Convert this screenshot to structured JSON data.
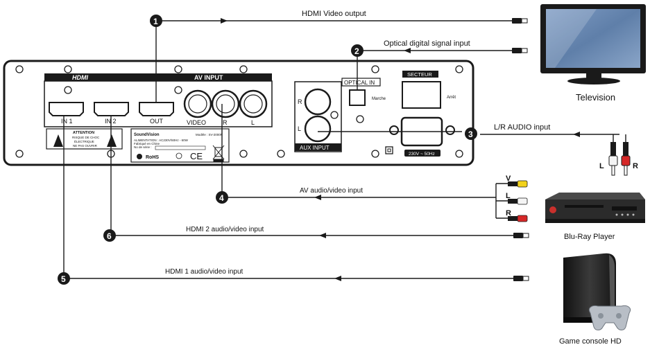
{
  "connections": {
    "hdmi_video_output": "HDMI Video  output",
    "optical_digital_input": "Optical digital signal input",
    "lr_audio_input": "L/R AUDIO  input",
    "av_audio_video_input": "AV audio/video input",
    "hdmi2_audio_video_input": "HDMI 2 audio/video input",
    "hdmi1_audio_video_input": "HDMI 1 audio/video input"
  },
  "callouts": [
    "1",
    "2",
    "3",
    "4",
    "5",
    "6"
  ],
  "panel": {
    "hdmi_logo": "HDMI",
    "av_input": "AV INPUT",
    "ports": {
      "in1": "IN 1",
      "in2": "IN 2",
      "out": "OUT",
      "video": "VIDEO",
      "r": "R",
      "l": "L"
    },
    "optical_in": "OPTICAL IN",
    "marche": "Marche",
    "secteur": "SECTEUR",
    "arret": "Arrêt",
    "aux_input": "AUX INPUT",
    "aux_r": "R",
    "aux_l": "L",
    "voltage": "230V ~ 50Hz",
    "warning": {
      "title": "ATTENTION",
      "line1": "RISQUE DE CHOC",
      "line2": "ÉLECTRIQUE",
      "line3": "NE PAS OUVRIR"
    },
    "label_plate": {
      "brand": "SoundVision",
      "model": "Modèle : SV-2000R",
      "power": "ALIMENTATION : AC230V/50Hz - 60W",
      "origin": "Fabriqué en Chine",
      "serial": "No de série :",
      "rohs": "RoHS",
      "ce": "CE"
    }
  },
  "cable_letters": {
    "v": "V",
    "l": "L",
    "r": "R"
  },
  "rca_letters": {
    "l": "L",
    "r": "R"
  },
  "devices": {
    "television": "Television",
    "bluray": "Blu-Ray Player",
    "console": "Game console HD"
  },
  "colors": {
    "line": "#1a1a1a",
    "rca_yellow": "#f2d21c",
    "rca_red": "#d62828",
    "rca_white": "#f4f4f4",
    "screen_blue": "#6f8fb8",
    "device_dark": "#2b2b2b"
  }
}
